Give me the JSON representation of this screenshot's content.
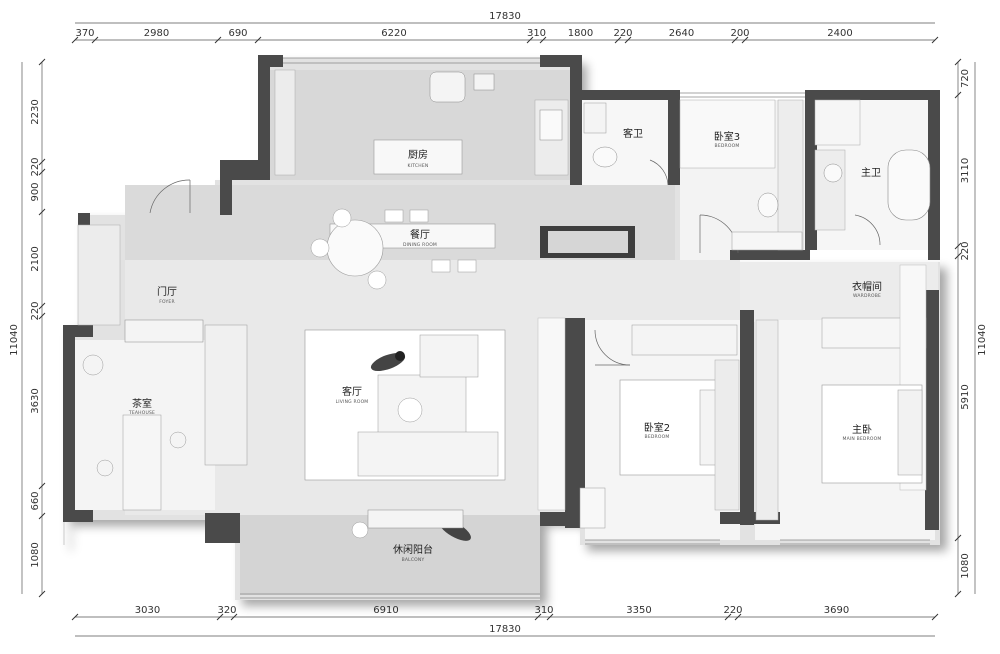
{
  "dimensions": {
    "top_total": "17830",
    "top_segments": [
      "370",
      "2980",
      "690",
      "6220",
      "310",
      "1800",
      "220",
      "2640",
      "200",
      "2400"
    ],
    "bottom_total": "17830",
    "bottom_segments": [
      "3030",
      "320",
      "6910",
      "310",
      "3350",
      "220",
      "3690"
    ],
    "left_total": "11040",
    "left_segments": [
      "2230",
      "220",
      "900",
      "2100",
      "220",
      "3630",
      "660",
      "1080"
    ],
    "right_total": "11040",
    "right_segments": [
      "720",
      "3110",
      "220",
      "5910",
      "1080"
    ]
  },
  "rooms": {
    "kitchen": {
      "cn": "厨房",
      "en": "KITCHEN"
    },
    "dining": {
      "cn": "餐厅",
      "en": "DINING ROOM"
    },
    "foyer": {
      "cn": "门厅",
      "en": "FOYER"
    },
    "living": {
      "cn": "客厅",
      "en": "LIVING ROOM"
    },
    "teahouse": {
      "cn": "茶室",
      "en": "TEAHOUSE"
    },
    "balcony": {
      "cn": "休闲阳台",
      "en": "BALCONY"
    },
    "guest_bath": {
      "cn": "客卫",
      "en": ""
    },
    "bedroom3": {
      "cn": "卧室3",
      "en": "BEDROOM"
    },
    "master_bath": {
      "cn": "主卫",
      "en": ""
    },
    "wardrobe": {
      "cn": "衣帽间",
      "en": "WARDROBE"
    },
    "bedroom2": {
      "cn": "卧室2",
      "en": "BEDROOM"
    },
    "master_bedroom": {
      "cn": "主卧",
      "en": "MAIN BEDROOM"
    }
  }
}
